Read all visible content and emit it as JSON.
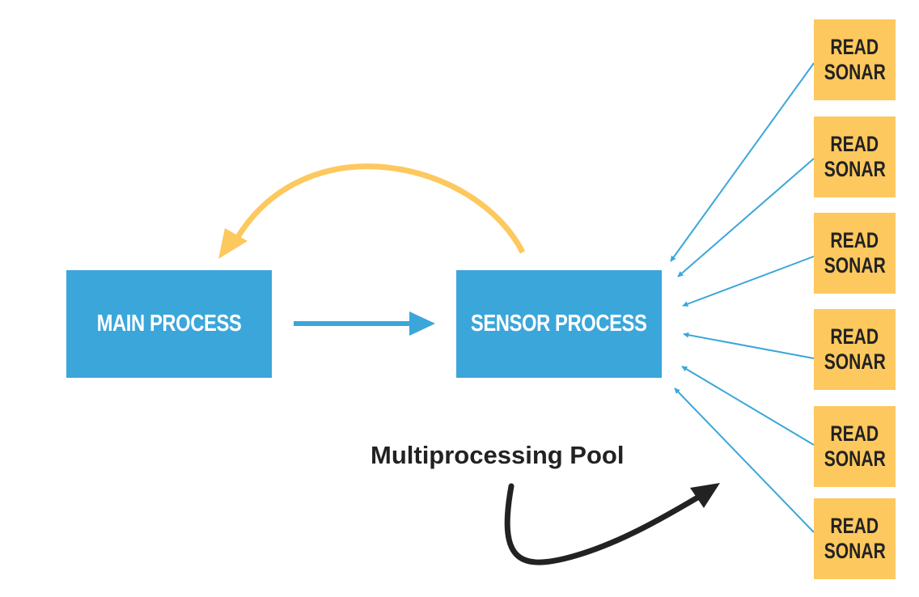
{
  "diagram": {
    "main_process": {
      "label": "MAIN PROCESS"
    },
    "sensor_process": {
      "label": "SENSOR PROCESS"
    },
    "pool_label": "Multiprocessing Pool",
    "sonar_tasks": [
      {
        "line1": "READ",
        "line2": "SONAR"
      },
      {
        "line1": "READ",
        "line2": "SONAR"
      },
      {
        "line1": "READ",
        "line2": "SONAR"
      },
      {
        "line1": "READ",
        "line2": "SONAR"
      },
      {
        "line1": "READ",
        "line2": "SONAR"
      },
      {
        "line1": "READ",
        "line2": "SONAR"
      }
    ],
    "colors": {
      "process_fill": "#3ba6da",
      "sonar_fill": "#fdc85e",
      "return_arrow": "#fdc85e",
      "data_arrow": "#3ba6da",
      "pool_arrow": "#222222"
    }
  }
}
